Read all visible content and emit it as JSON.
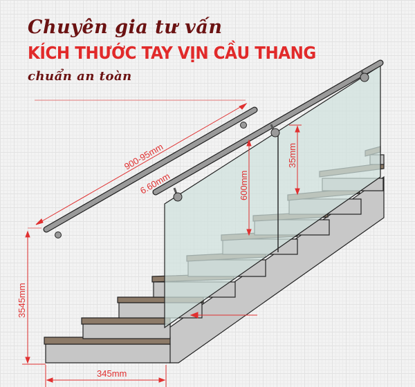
{
  "header": {
    "line1": "Chuyên gia tư vấn",
    "line2": "KÍCH THƯỚC TAY VỊN CẦU THANG",
    "line3": "chuẩn an toàn"
  },
  "dimensions": {
    "rail_length": "900-95mm",
    "rail_diameter": "6.60mm",
    "rail_height": "600mm",
    "bracket_offset": "35mm",
    "stair_height": "3545mm",
    "tread_depth": "345mm"
  },
  "colors": {
    "title_dark": "#6b1212",
    "title_red": "#e12a2a",
    "dimension_red": "#e03030",
    "tread": "#8c7a68",
    "riser": "#c8c8c8",
    "glass": "#c9dcd8",
    "rail": "#9a9a9a"
  }
}
